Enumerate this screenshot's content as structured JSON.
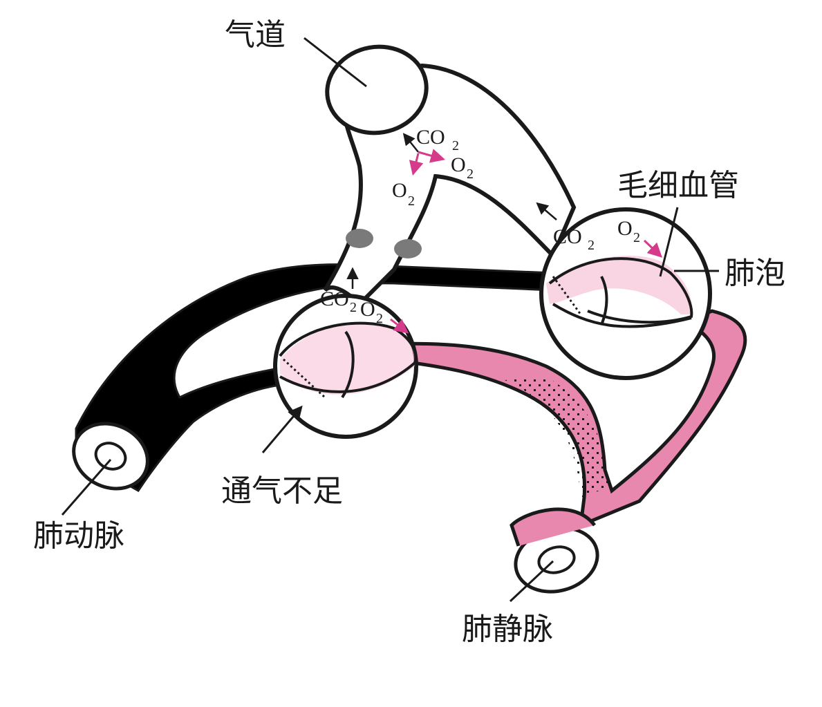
{
  "labels": {
    "airway": "气道",
    "capillary": "毛细血管",
    "alveolus": "肺泡",
    "underventilation": "通气不足",
    "pulmonary_artery": "肺动脉",
    "pulmonary_vein": "肺静脉"
  },
  "gases": {
    "co2_main": "CO",
    "co2_right": "CO",
    "co2_left": "CO",
    "o2_top_right": "O",
    "o2_top_left": "O",
    "o2_right": "O",
    "o2_left": "O",
    "sub": "2"
  },
  "colors": {
    "outline": "#1a1a1a",
    "vein_fill": "#e888ae",
    "artery_fill": "#000000",
    "airway_fill": "#ffffff",
    "o2_arrow": "#d63a8a",
    "alveolus_capillary": "#f5b8d0",
    "mucus": "#7a7a7a"
  }
}
